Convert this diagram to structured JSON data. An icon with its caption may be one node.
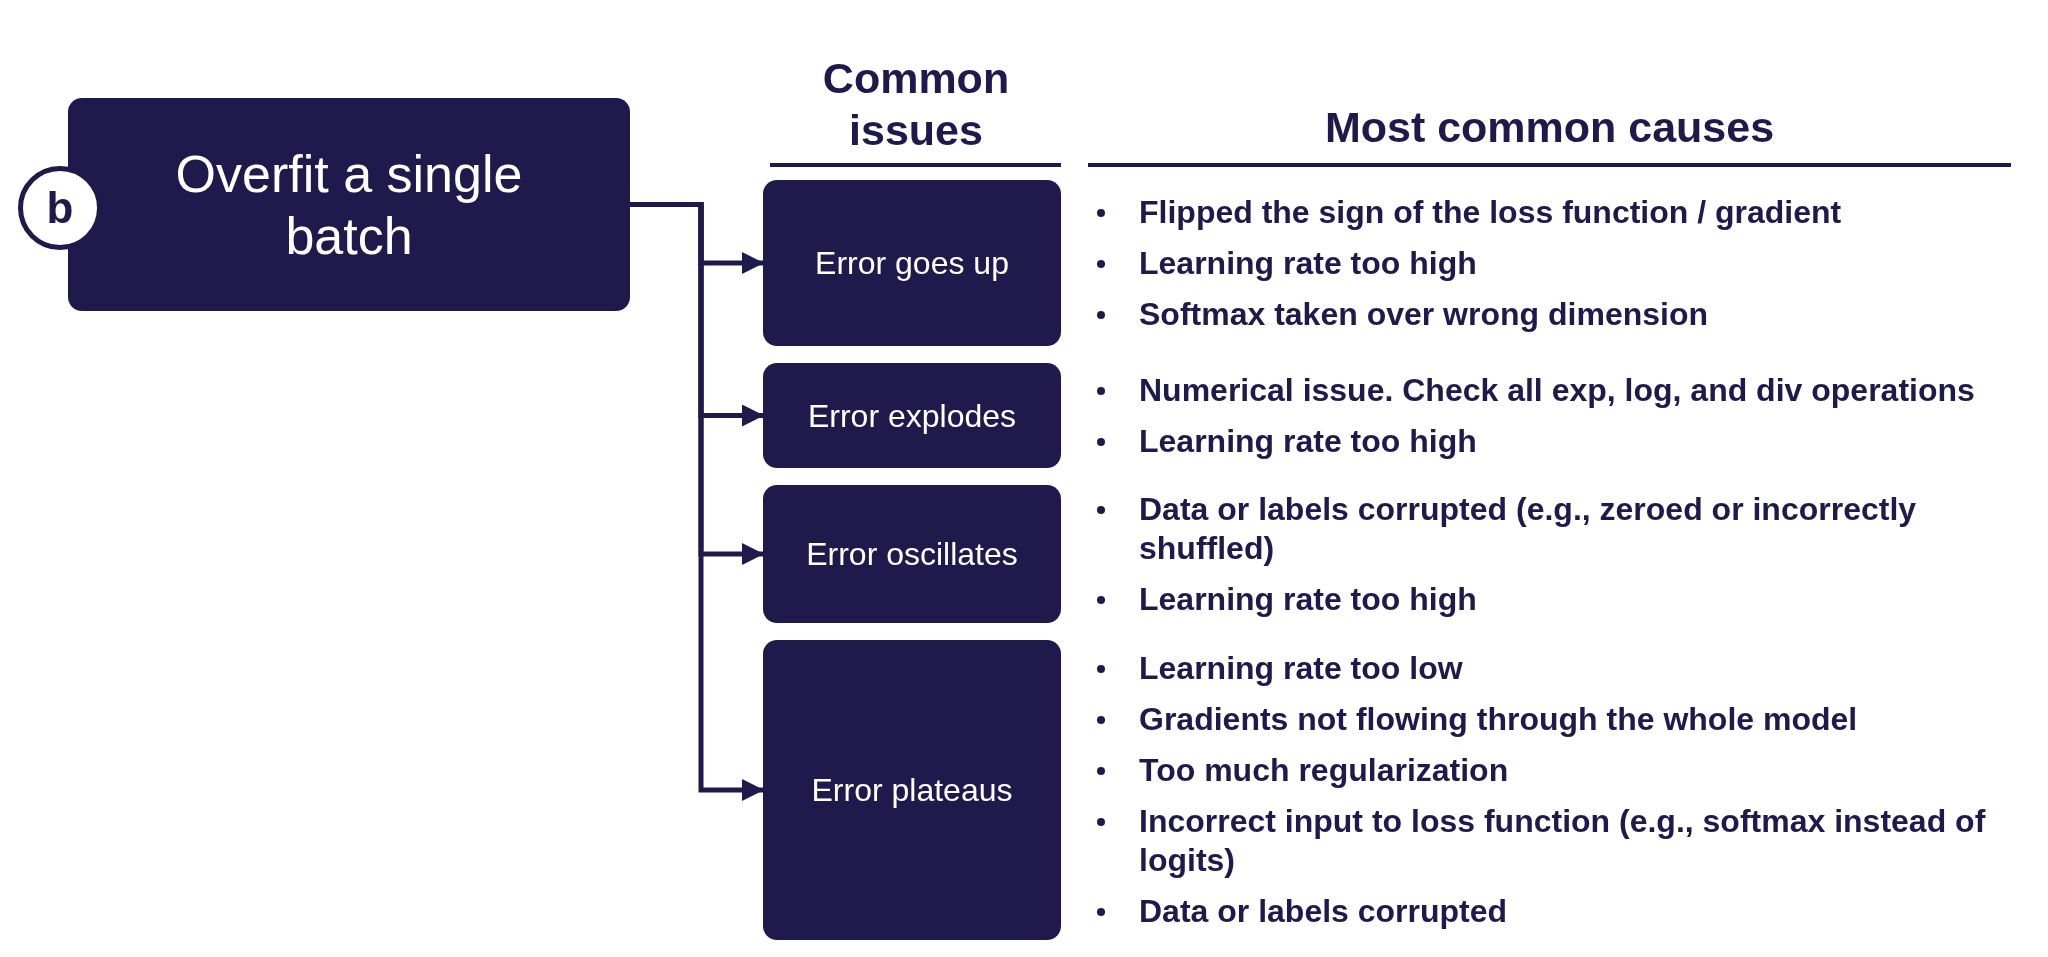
{
  "diagram": {
    "nodes": [
      {
        "text": [
          "b"
        ]
      },
      {
        "text": [
          "Overfit a single batch"
        ]
      },
      {
        "text": [
          "Error goes up"
        ],
        "beside": [
          "Flipped the sign of the loss function / gradient",
          "Learning rate too high",
          "Softmax taken over wrong dimension"
        ]
      },
      {
        "text": [
          "Error explodes"
        ],
        "beside": [
          "Numerical issue. Check all exp, log, and div operations",
          "Learning rate too high"
        ]
      },
      {
        "text": [
          "Error oscillates"
        ],
        "beside": [
          "Data or labels corrupted (e.g., zeroed or incorrectly shuffled)",
          "Learning rate too high"
        ]
      },
      {
        "text": [
          "Error plateaus"
        ],
        "beside": [
          "Learning rate too low",
          "Gradients not flowing through the whole model",
          "Too much regularization",
          "Incorrect input to loss function (e.g., softmax instead of logits)",
          "Data or labels corrupted"
        ]
      }
    ],
    "edges": [
      {
        "from": 1,
        "to": 2,
        "arrow": "to"
      },
      {
        "from": 1,
        "to": 3,
        "arrow": "to"
      },
      {
        "from": 1,
        "to": 4,
        "arrow": "to"
      },
      {
        "from": 1,
        "to": 5,
        "arrow": "to"
      }
    ],
    "labels": [
      "Common issues",
      "Most common causes"
    ]
  }
}
